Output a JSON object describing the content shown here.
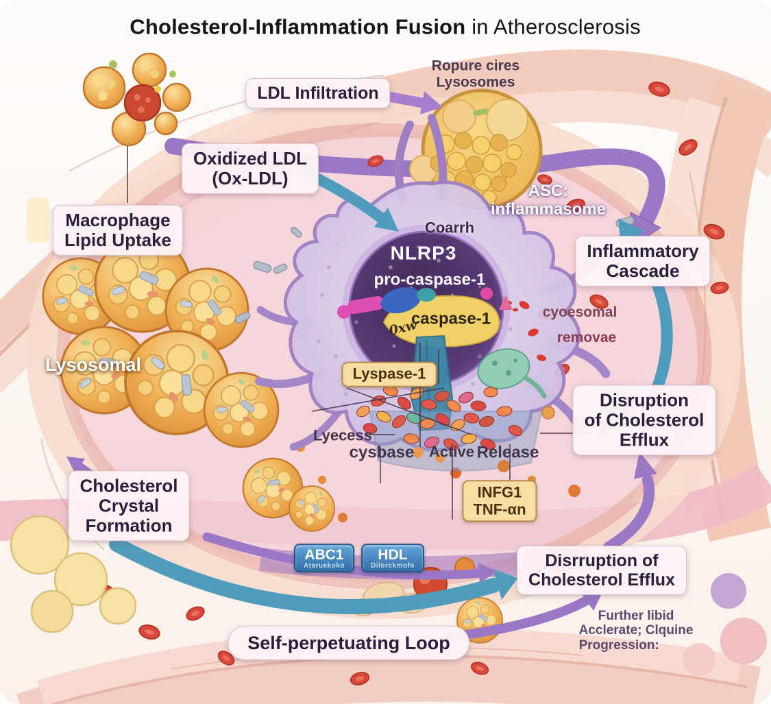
{
  "title": {
    "bold": "Cholesterol-Inflammation Fusion",
    "rest": " in Atherosclerosis"
  },
  "colors": {
    "arrow_purple": "#9b78c6",
    "arrow_teal": "#4f9cbd",
    "label_text": "#2a1f3d",
    "tag_bg": "#f7dfa4",
    "button_blue": "#326da6"
  },
  "labels": {
    "ldl_infiltration": "LDL Infiltration",
    "rupture_1": "Ropure cires",
    "rupture_2": "Lysosomes",
    "oxidized_ldl_1": "Oxidized LDL",
    "oxidized_ldl_2": "(Ox-LDL)",
    "macrophage_1": "Macrophage",
    "macrophage_2": "Lipid Uptake",
    "asc_1": "ASC:",
    "asc_2": "inflammasome",
    "coarrh": "Coarrh",
    "nlrp3": "NLRP3",
    "pro_caspase": "pro-caspase-1",
    "caspase": "caspase-1",
    "ox_scribble": "0xw",
    "inflammatory_1": "Inflammatory",
    "inflammatory_2": "Cascade",
    "lysosomal_removal_1": "cyoesomal",
    "lysosomal_removal_2": "removae",
    "lysosomal": "Lysosomal",
    "lyspase": "Lyspase-1",
    "disruption_right_1": "Disruption",
    "disruption_right_2": "of Cholesterol",
    "disruption_right_3": "Efflux",
    "lyecess": "Lyecess",
    "cysbase": "cysbase",
    "active": "Active",
    "release": "Release",
    "crystal_1": "Cholesterol",
    "crystal_2": "Crystal",
    "crystal_3": "Formation",
    "cytokines_1": "INFG1",
    "cytokines_2": "TNF-αn",
    "abc1": "ABC1",
    "abc1_sub": "Ataruekoko",
    "hdl": "HDL",
    "hdl_sub": "Dilorckmofo",
    "disruption_bottom_1": "Disrruption of",
    "disruption_bottom_2": "Cholesterol Efflux",
    "self_loop": "Self-perpetuating Loop",
    "progression_1": "Further libid",
    "progression_2": "Acclerate; Clquine",
    "progression_3": "Progression:"
  }
}
